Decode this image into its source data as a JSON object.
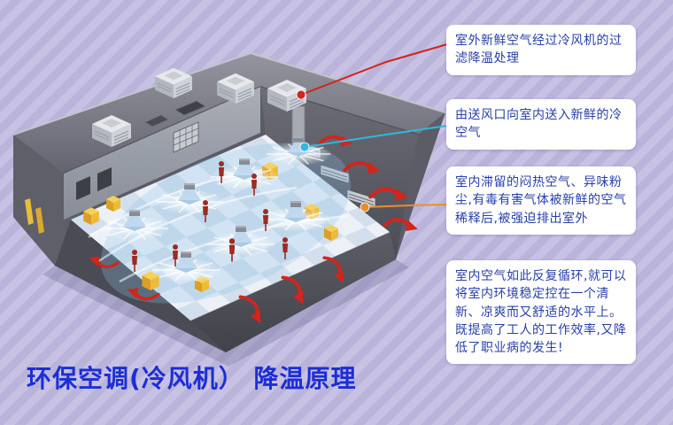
{
  "title": {
    "text": "环保空调(冷风机） 降温原理",
    "color": "#1c2ed6"
  },
  "callouts": [
    {
      "text": "室外新鲜空气经过冷风机的过滤降温处理",
      "connector_color": "#d2251c"
    },
    {
      "text": "由送风口向室内送入新鲜的冷空气",
      "connector_color": "#2fb9dd"
    },
    {
      "text": "室内滞留的闷热空气、异味粉尘,有毒有害气体被新鲜的空气稀释后,被强迫排出室外",
      "connector_color": "#e78f2b"
    },
    {
      "text": "室内空气如此反复循环,就可以将室内环境稳定控在一个清新、凉爽而又舒适的水平上。既提高了工人的工作效率,又降低了职业病的发生!",
      "connector_color": ""
    }
  ],
  "background": {
    "stripe_light": "#c7c2e4",
    "stripe_dark": "#bab4db"
  },
  "diagram": {
    "subject": "isometric cutaway of workshop cooled by roof evaporative coolers",
    "palette": {
      "exhaust_arrow": "#d2251c",
      "worker_figure": "#9e2b22",
      "machine": "#e8bd3a",
      "fresh_air_cone": "#bdd7ee",
      "roof": "#74757f",
      "floor_tile_light": "#edf1f7",
      "floor_tile_dark": "#d3dfec"
    }
  }
}
